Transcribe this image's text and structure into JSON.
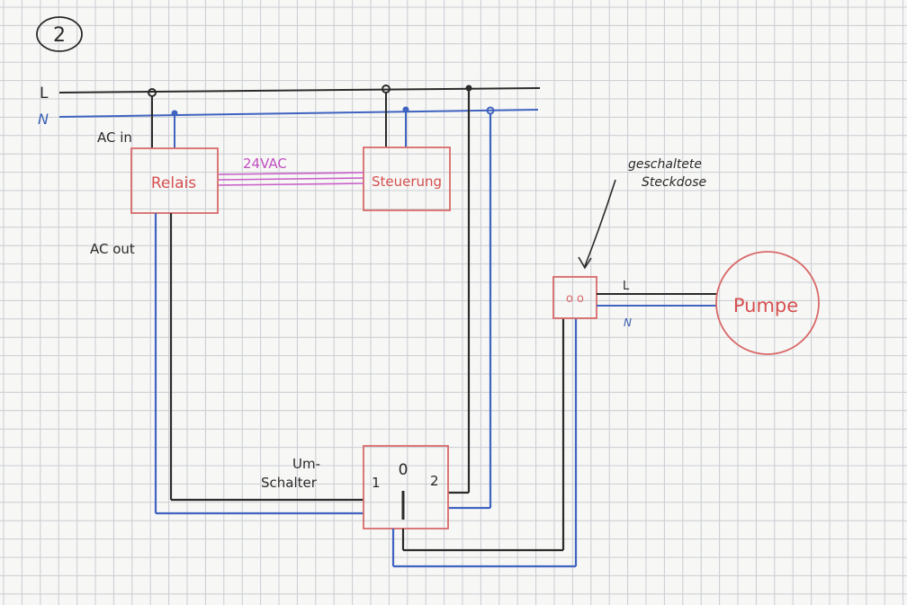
{
  "sheet": {
    "number": "2"
  },
  "rails": {
    "l_label": "L",
    "n_label": "N"
  },
  "relay": {
    "name": "Relais",
    "ac_in": "AC in",
    "ac_out": "AC out"
  },
  "control": {
    "name": "Steuerung",
    "signal": "24VAC"
  },
  "outlet": {
    "label_line1": "geschaltete",
    "label_line2": "Steckdose",
    "contacts": "o o",
    "l_label": "L",
    "n_label": "N"
  },
  "pump": {
    "name": "Pumpe"
  },
  "switch": {
    "label_line1": "Um-",
    "label_line2": "Schalter",
    "pos_1": "1",
    "pos_0": "0",
    "pos_2": "2"
  },
  "colors": {
    "live": "#2b2b2b",
    "neutral": "#3f63c0",
    "component": "#d86a6a",
    "signal": "#c860c8",
    "grid": "#c9ccd2"
  }
}
